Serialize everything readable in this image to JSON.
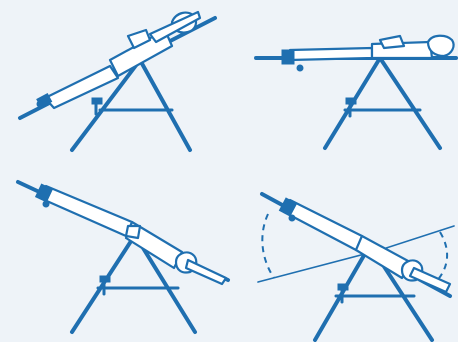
{
  "illustration": {
    "colors": {
      "ink": "#1f6fb0",
      "background": "#eef3f8",
      "body_fill": "#ffffff"
    },
    "panels": [
      {
        "pose": "feet-low-head-up",
        "tilt_deg": -30
      },
      {
        "pose": "horizontal",
        "tilt_deg": 0
      },
      {
        "pose": "head-low-feet-up",
        "tilt_deg": 28
      },
      {
        "pose": "head-low-swing-range",
        "tilt_deg": 30,
        "shows_swing_arcs": true
      }
    ]
  }
}
